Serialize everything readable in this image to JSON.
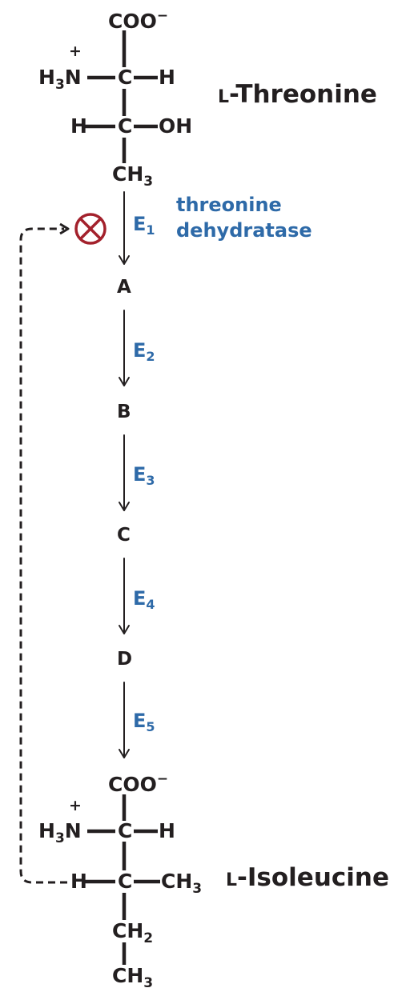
{
  "threonine": {
    "coo": "COO",
    "coo_charge": "−",
    "amine_h": "H",
    "amine_sub": "3",
    "amine_n": "N",
    "amine_charge": "+",
    "c": "C",
    "h": "H",
    "oh": "OH",
    "ch": "CH",
    "ch_sub": "3",
    "name_prefix": "L",
    "name": "-Threonine"
  },
  "enzyme1": {
    "label": "E",
    "sub": "1",
    "name_line1": "threonine",
    "name_line2": "dehydratase"
  },
  "intermediates": [
    {
      "label": "A"
    },
    {
      "label": "B"
    },
    {
      "label": "C"
    },
    {
      "label": "D"
    }
  ],
  "enzymes": [
    {
      "label": "E",
      "sub": "2"
    },
    {
      "label": "E",
      "sub": "3"
    },
    {
      "label": "E",
      "sub": "4"
    },
    {
      "label": "E",
      "sub": "5"
    }
  ],
  "isoleucine": {
    "coo": "COO",
    "coo_charge": "−",
    "amine_h": "H",
    "amine_sub": "3",
    "amine_n": "N",
    "amine_charge": "+",
    "c": "C",
    "h": "H",
    "ch3": "CH",
    "ch3_sub": "3",
    "ch2": "CH",
    "ch2_sub": "2",
    "ch3_bottom": "CH",
    "ch3_bottom_sub": "3",
    "name_prefix": "L",
    "name": "-Isoleucine"
  },
  "colors": {
    "text": "#231f20",
    "enzyme": "#2e6aa8",
    "inhibition": "#a3212c"
  }
}
